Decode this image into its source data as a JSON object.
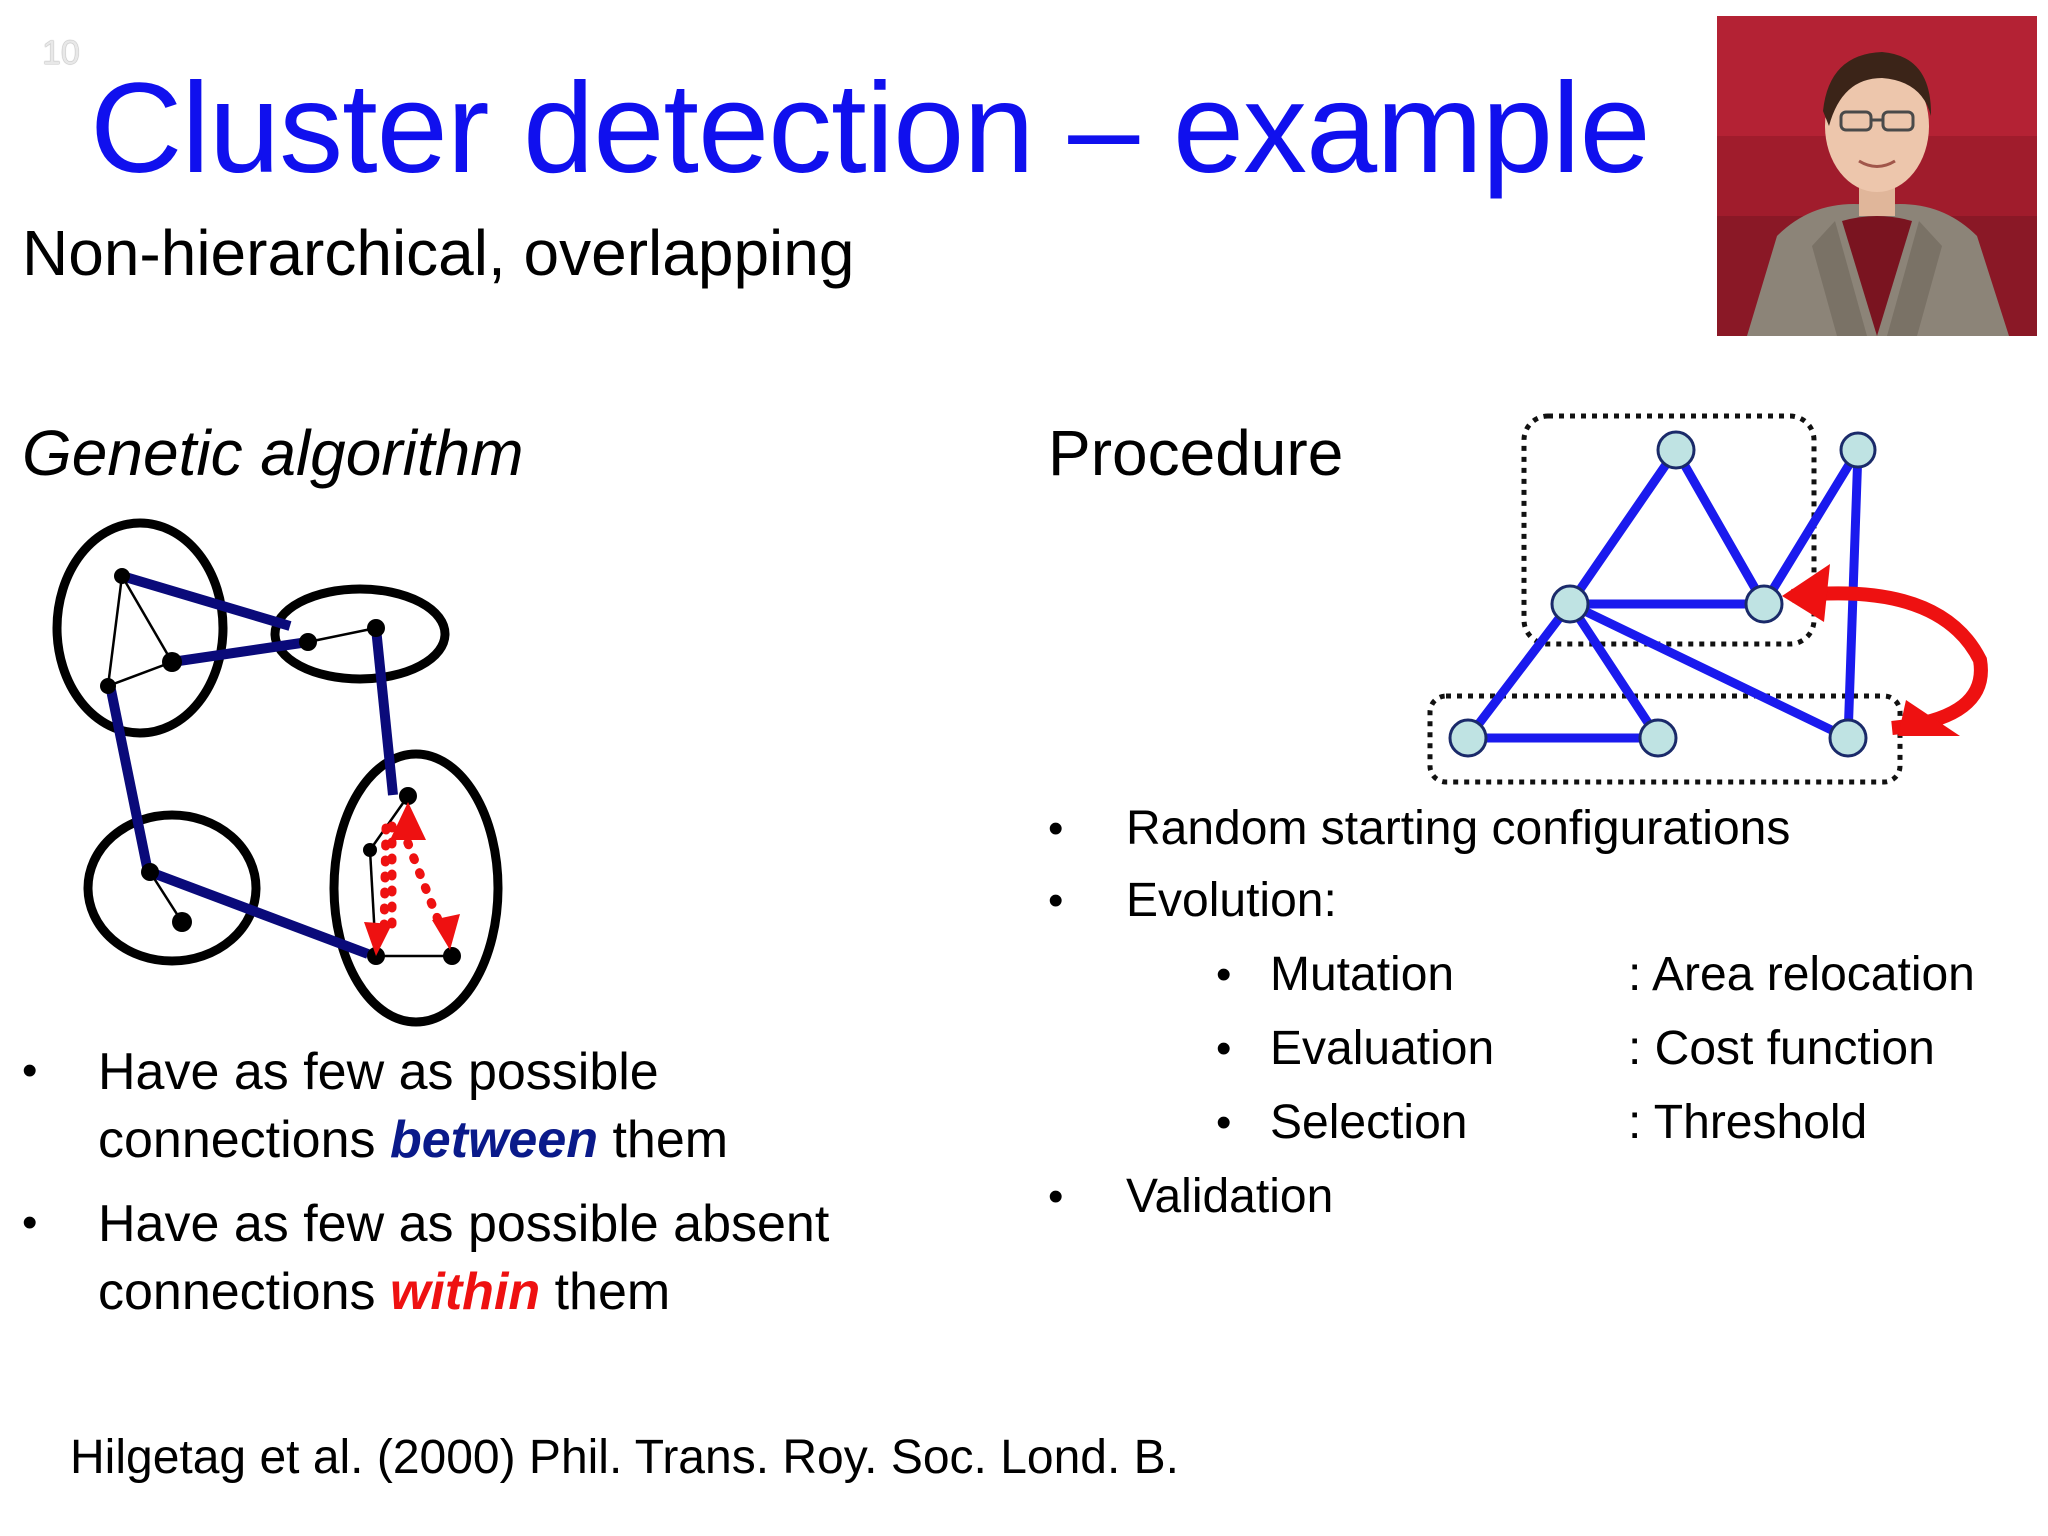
{
  "slide": {
    "number": "10",
    "title": "Cluster detection – example",
    "subtitle": "Non-hierarchical,  overlapping"
  },
  "left": {
    "heading": "Genetic algorithm",
    "bullets": [
      {
        "line1": "Have as few as possible",
        "pre": "connections ",
        "emph": "between",
        "post": " them"
      },
      {
        "line1": "Have as few as possible absent",
        "pre": "connections ",
        "emph": "within",
        "post": " them"
      }
    ]
  },
  "right": {
    "heading": "Procedure",
    "steps": [
      "Random starting configurations",
      "Evolution:",
      "Validation"
    ],
    "substeps": [
      {
        "name": "Mutation",
        "desc": ": Area relocation"
      },
      {
        "name": "Evaluation",
        "desc": ": Cost function"
      },
      {
        "name": "Selection",
        "desc": ": Threshold"
      }
    ]
  },
  "citation": "Hilgetag et al. (2000) Phil. Trans. Roy. Soc. Lond. B.",
  "colors": {
    "title": "#1010ee",
    "edge_dark": "#0a0a7a",
    "edge_blue": "#1a1aee",
    "node_fill": "#bfe3e3",
    "arrow_red": "#ee1111",
    "photo_bg": "#a01c2c"
  },
  "icons": {
    "bullet": "•"
  }
}
